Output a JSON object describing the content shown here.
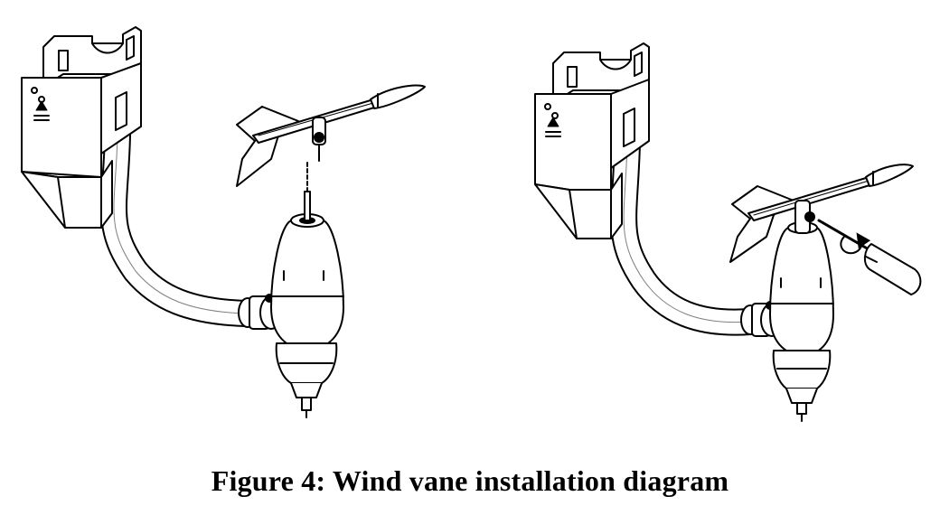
{
  "caption": "Figure 4: Wind vane installation diagram",
  "panels": [
    {
      "id": "left",
      "step": "vane-positioned-above-shaft"
    },
    {
      "id": "right",
      "step": "tighten-set-screw-with-screwdriver"
    }
  ],
  "colors": {
    "line": "#000000",
    "fill": "#ffffff",
    "shade": "#1a1a1a"
  },
  "icons": [
    "warning-triangle-icon",
    "rotation-arrow-icon"
  ]
}
